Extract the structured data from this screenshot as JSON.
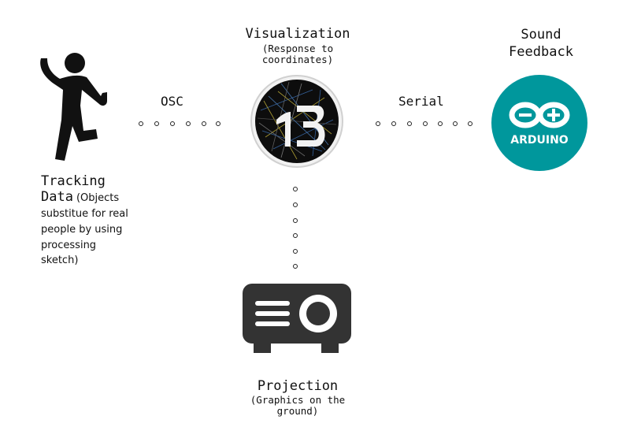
{
  "nodes": {
    "tracking": {
      "title_line1": "Tracking",
      "title_line2": "Data",
      "detail_line1": "(Objects",
      "detail_line2": "substitue for real",
      "detail_line3": "people by using",
      "detail_line4": "processing",
      "detail_line5": "sketch)"
    },
    "visualization": {
      "title": "Visualization",
      "subtitle_line1": "(Response to",
      "subtitle_line2": "coordinates)"
    },
    "sound": {
      "title_line1": "Sound",
      "title_line2": "Feedback",
      "logo_text": "ARDUINO"
    },
    "projection": {
      "title": "Projection",
      "subtitle_line1": "(Graphics on the",
      "subtitle_line2": "ground)"
    }
  },
  "edges": {
    "osc": "OSC",
    "serial": "Serial"
  },
  "icons": {
    "person": "person-running-icon",
    "p5": "processing-p3-logo-icon",
    "arduino": "arduino-logo-icon",
    "projector": "projector-icon"
  },
  "colors": {
    "arduino": "#00979c",
    "icon_dark": "#111111",
    "projector": "#333333"
  }
}
